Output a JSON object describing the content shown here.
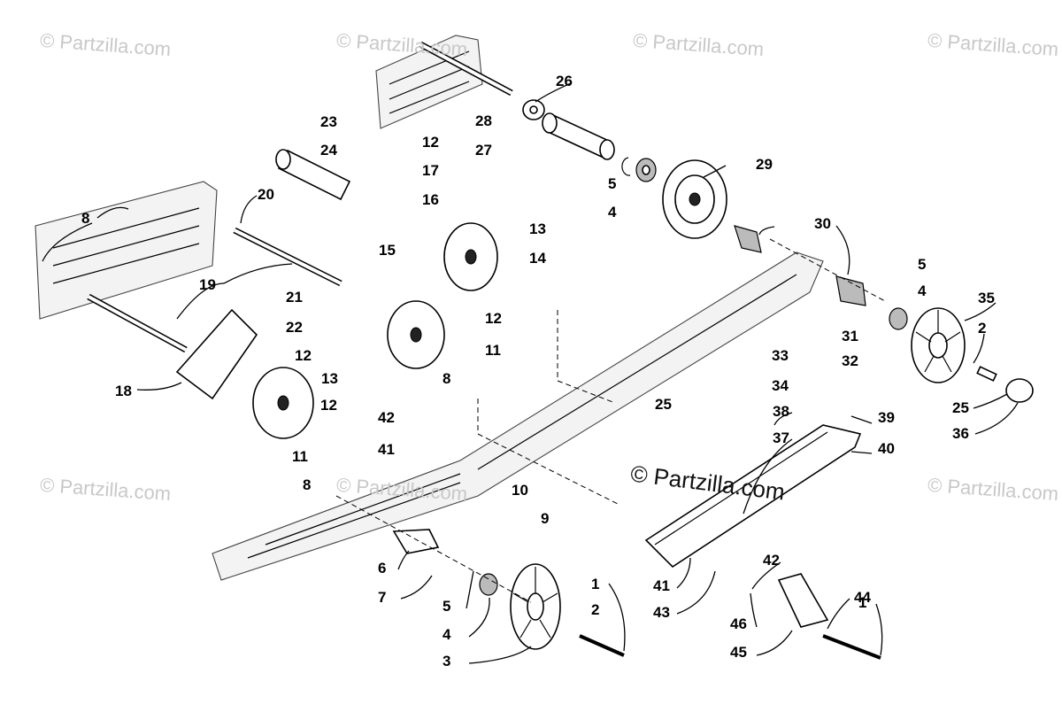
{
  "watermarks": {
    "top_1": "© Partzilla.com",
    "top_2": "© Partzilla.com",
    "top_3": "© Partzilla.com",
    "top_4": "© Partzilla.com",
    "bottom_1": "© Partzilla.com",
    "bottom_2": "© Partzilla.com",
    "bottom_3": "© Partzilla.com",
    "center": "© Partzilla.com"
  },
  "callouts": [
    {
      "num": "1"
    },
    {
      "num": "1"
    },
    {
      "num": "2"
    },
    {
      "num": "2"
    },
    {
      "num": "3"
    },
    {
      "num": "4"
    },
    {
      "num": "4"
    },
    {
      "num": "4"
    },
    {
      "num": "5"
    },
    {
      "num": "5"
    },
    {
      "num": "5"
    },
    {
      "num": "6"
    },
    {
      "num": "7"
    },
    {
      "num": "8"
    },
    {
      "num": "8"
    },
    {
      "num": "8"
    },
    {
      "num": "9"
    },
    {
      "num": "10"
    },
    {
      "num": "11"
    },
    {
      "num": "11"
    },
    {
      "num": "12"
    },
    {
      "num": "12"
    },
    {
      "num": "12"
    },
    {
      "num": "12"
    },
    {
      "num": "13"
    },
    {
      "num": "13"
    },
    {
      "num": "14"
    },
    {
      "num": "15"
    },
    {
      "num": "16"
    },
    {
      "num": "17"
    },
    {
      "num": "18"
    },
    {
      "num": "19"
    },
    {
      "num": "20"
    },
    {
      "num": "21"
    },
    {
      "num": "22"
    },
    {
      "num": "23"
    },
    {
      "num": "24"
    },
    {
      "num": "25"
    },
    {
      "num": "25"
    },
    {
      "num": "26"
    },
    {
      "num": "27"
    },
    {
      "num": "28"
    },
    {
      "num": "29"
    },
    {
      "num": "30"
    },
    {
      "num": "31"
    },
    {
      "num": "32"
    },
    {
      "num": "33"
    },
    {
      "num": "34"
    },
    {
      "num": "35"
    },
    {
      "num": "36"
    },
    {
      "num": "37"
    },
    {
      "num": "38"
    },
    {
      "num": "39"
    },
    {
      "num": "40"
    },
    {
      "num": "41"
    },
    {
      "num": "41"
    },
    {
      "num": "42"
    },
    {
      "num": "42"
    },
    {
      "num": "43"
    },
    {
      "num": "44"
    },
    {
      "num": "45"
    },
    {
      "num": "46"
    }
  ]
}
